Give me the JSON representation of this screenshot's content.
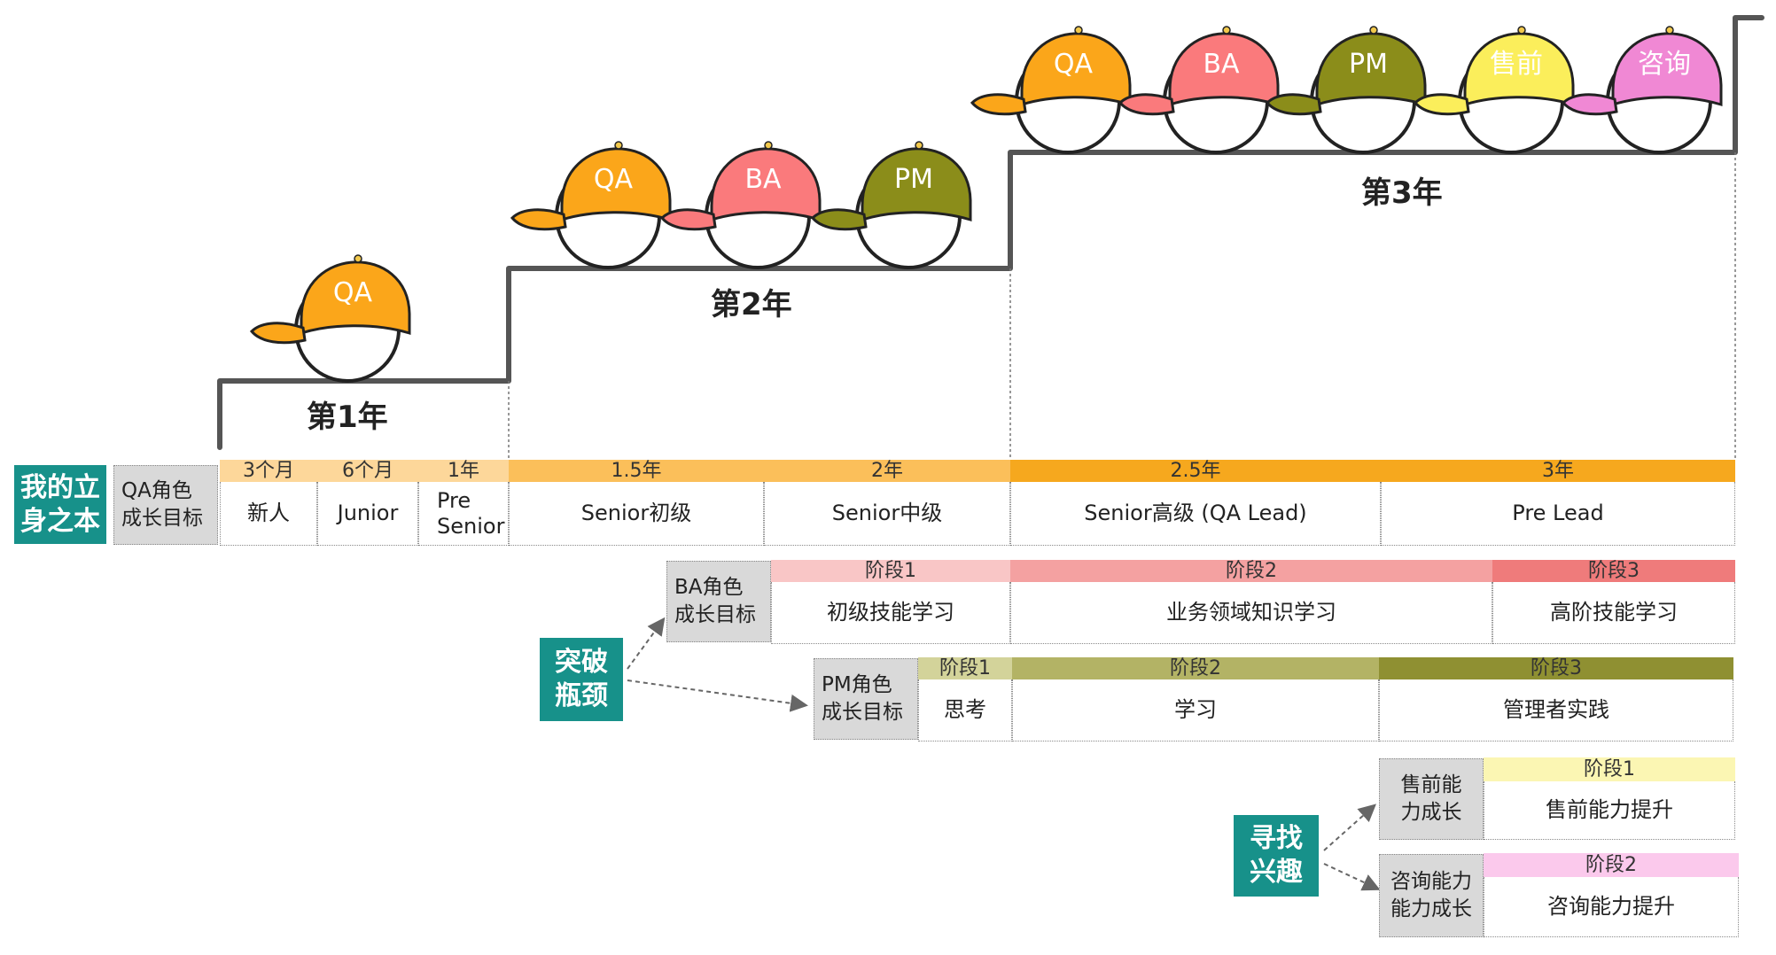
{
  "years": {
    "y1": "第1年",
    "y2": "第2年",
    "y3": "第3年"
  },
  "hats": {
    "qa": {
      "label": "QA",
      "color": "#fba61a"
    },
    "ba": {
      "label": "BA",
      "color": "#fa7a7c"
    },
    "pm": {
      "label": "PM",
      "color": "#8b8d1a"
    },
    "presales": {
      "label": "售前",
      "color": "#fbee5b"
    },
    "consult": {
      "label": "咨询",
      "color": "#f088d4"
    }
  },
  "foundation": {
    "line1": "我的立",
    "line2": "身之本"
  },
  "breakthrough": {
    "line1": "突破",
    "line2": "瓶颈"
  },
  "interest": {
    "line1": "寻找",
    "line2": "兴趣"
  },
  "qa_row": {
    "label_line1": "QA角色",
    "label_line2": "成长目标",
    "times": [
      "3个月",
      "6个月",
      "1年",
      "1.5年",
      "2年",
      "2.5年",
      "3年"
    ],
    "levels": [
      "新人",
      "Junior",
      "Senior初级",
      "Senior中级",
      "Senior高级 (QA Lead)",
      "Pre Lead"
    ],
    "pre_senior_line1": "Pre",
    "pre_senior_line2": "Senior"
  },
  "ba_row": {
    "label_line1": "BA角色",
    "label_line2": "成长目标",
    "stages": [
      "阶段1",
      "阶段2",
      "阶段3"
    ],
    "goals": [
      "初级技能学习",
      "业务领域知识学习",
      "高阶技能学习"
    ]
  },
  "pm_row": {
    "label_line1": "PM角色",
    "label_line2": "成长目标",
    "stages": [
      "阶段1",
      "阶段2",
      "阶段3"
    ],
    "goals": [
      "思考",
      "学习",
      "管理者实践"
    ]
  },
  "presales_row": {
    "label_line1": "售前能",
    "label_line2": "力成长",
    "stage": "阶段1",
    "goal": "售前能力提升"
  },
  "consult_row": {
    "label_line1": "咨询能力",
    "label_line2": "能力成长",
    "stage": "阶段2",
    "goal": "咨询能力提升"
  },
  "colors": {
    "teal": "#17918a",
    "qa_light": "#fdd79a",
    "qa_mid": "#fbbf5a",
    "qa_dark": "#f6a81e",
    "ba_light": "#f9c6c6",
    "ba_mid": "#f4a1a1",
    "ba_dark": "#ef7b7b",
    "pm_light": "#d3d39a",
    "pm_mid": "#b3b365",
    "pm_dark": "#8f9032",
    "presales_bar": "#fbf6b3",
    "consult_bar": "#fbc9ec",
    "stair": "#555555"
  }
}
